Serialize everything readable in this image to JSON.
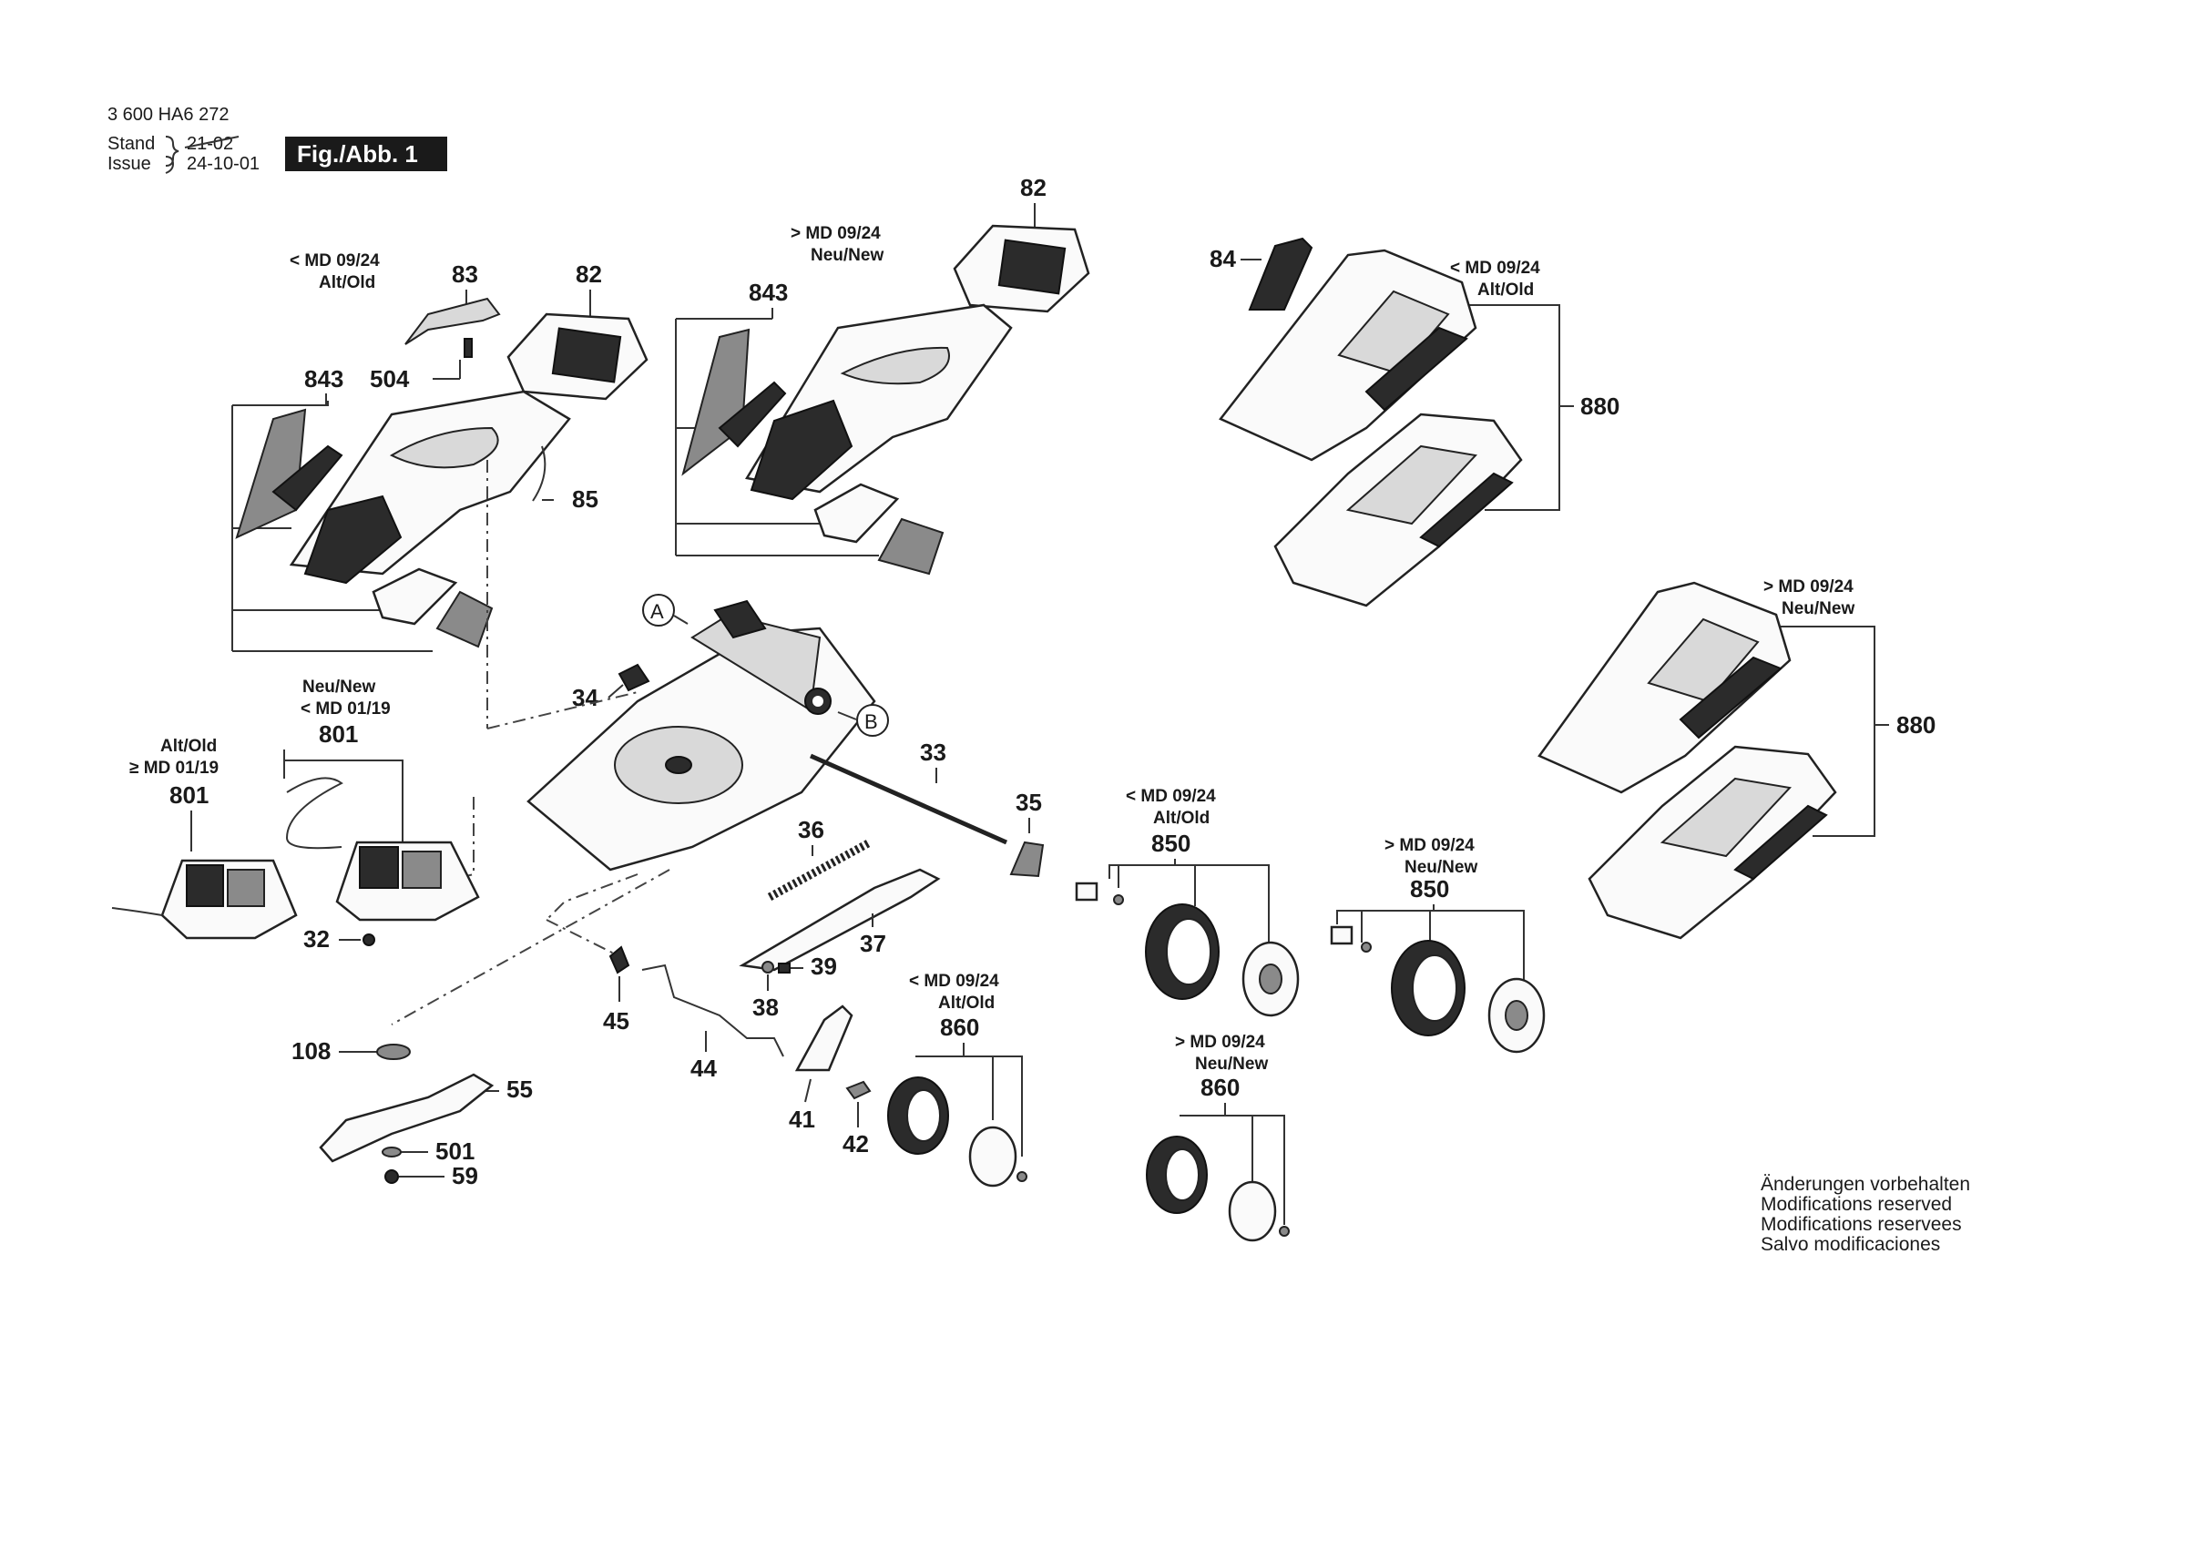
{
  "header": {
    "doc_number": "3 600 HA6 272",
    "stand_label": "Stand",
    "issue_label": "Issue",
    "old_date": "21-02",
    "issue_date": "24-10-01",
    "figure_badge": "Fig./Abb. 1"
  },
  "variants": {
    "lt_md0924": "< MD 09/24",
    "gt_md0924": "> MD 09/24",
    "lt_md0119": "< MD 01/19",
    "ge_md0119": "≥ MD 01/19",
    "alt_old": "Alt/Old",
    "neu_new": "Neu/New"
  },
  "callouts": {
    "p32": "32",
    "p33": "33",
    "p34": "34",
    "p35": "35",
    "p36": "36",
    "p37": "37",
    "p38": "38",
    "p39": "39",
    "p41": "41",
    "p42": "42",
    "p44": "44",
    "p45": "45",
    "p55": "55",
    "p59": "59",
    "p82": "82",
    "p83": "83",
    "p84": "84",
    "p85": "85",
    "p108": "108",
    "p501": "501",
    "p504": "504",
    "p801": "801",
    "p843": "843",
    "p850": "850",
    "p860": "860",
    "p880": "880",
    "detail_a": "A",
    "detail_b": "B"
  },
  "notes": [
    "Änderungen vorbehalten",
    "Modifications reserved",
    "Modifications reservees",
    "Salvo modificaciones"
  ],
  "colors": {
    "ink": "#1a1a1a",
    "badge_bg": "#1a1a1a",
    "badge_text": "#ffffff",
    "paper": "#ffffff"
  }
}
